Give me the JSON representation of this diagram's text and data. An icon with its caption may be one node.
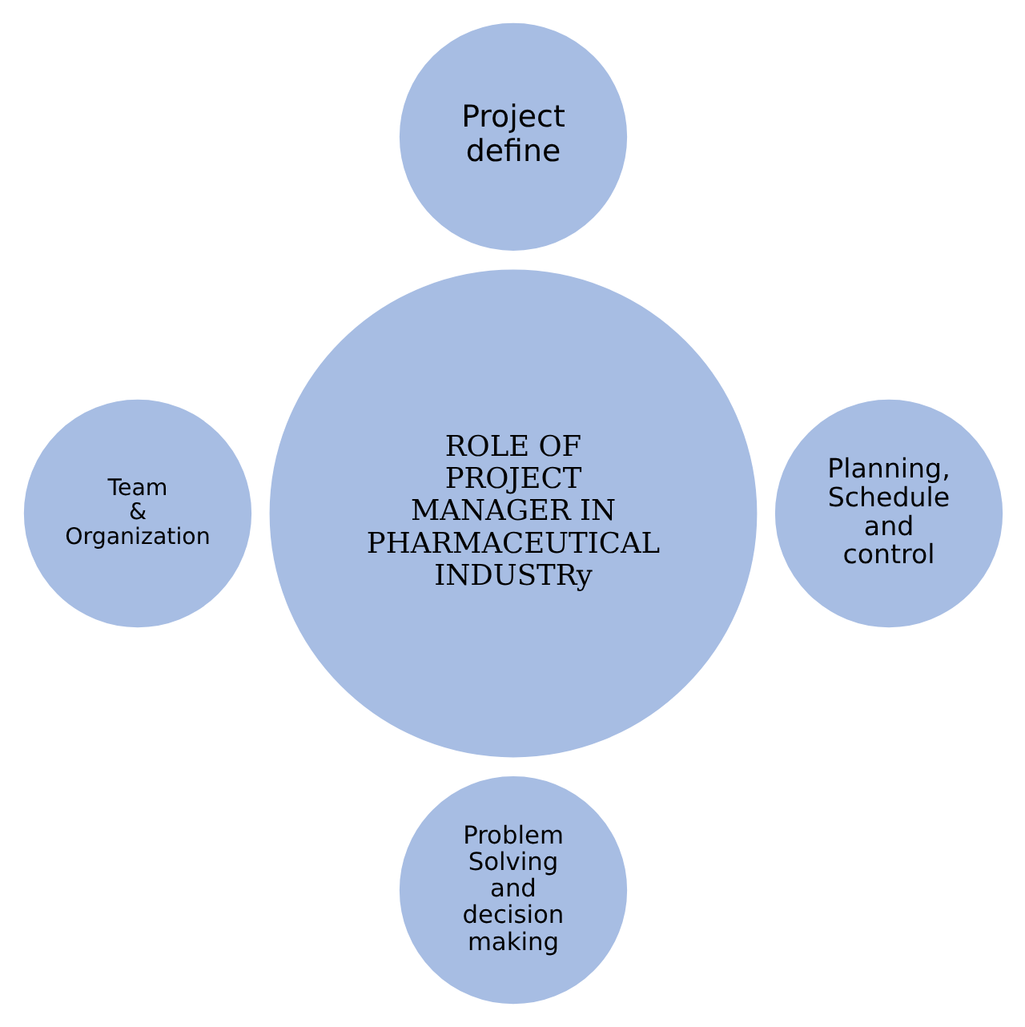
{
  "diagram": {
    "nodes": [
      {
        "text": [
          "Project define"
        ]
      },
      {
        "text": [
          "Team & Organization"
        ]
      },
      {
        "text": [
          "ROLE OF PROJECT MANAGER IN PHARMACEUTICAL INDUSTRy"
        ]
      },
      {
        "text": [
          "Planning, Schedule and control"
        ]
      },
      {
        "text": [
          "Problem Solving and decision making"
        ]
      }
    ],
    "edges": []
  }
}
